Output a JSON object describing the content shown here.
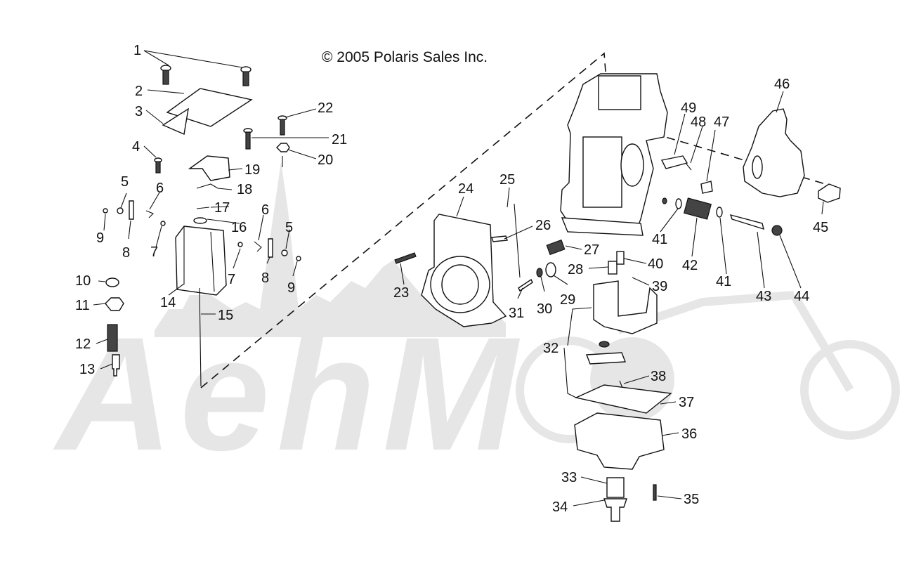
{
  "copyright": "© 2005 Polaris Sales Inc.",
  "watermark": "AehM",
  "colors": {
    "ink": "#111111",
    "watermark": "#e6e6e6",
    "background": "#ffffff"
  },
  "callouts": [
    "1",
    "2",
    "3",
    "4",
    "5",
    "6",
    "7",
    "8",
    "9",
    "10",
    "11",
    "12",
    "13",
    "14",
    "15",
    "16",
    "17",
    "18",
    "19",
    "20",
    "21",
    "22",
    "23",
    "24",
    "25",
    "26",
    "27",
    "28",
    "29",
    "30",
    "31",
    "32",
    "33",
    "34",
    "35",
    "36",
    "37",
    "38",
    "39",
    "40",
    "41",
    "42",
    "43",
    "44",
    "45",
    "46",
    "47",
    "48",
    "49"
  ],
  "extra_callouts": [
    "5",
    "6",
    "7",
    "8",
    "9",
    "41"
  ]
}
